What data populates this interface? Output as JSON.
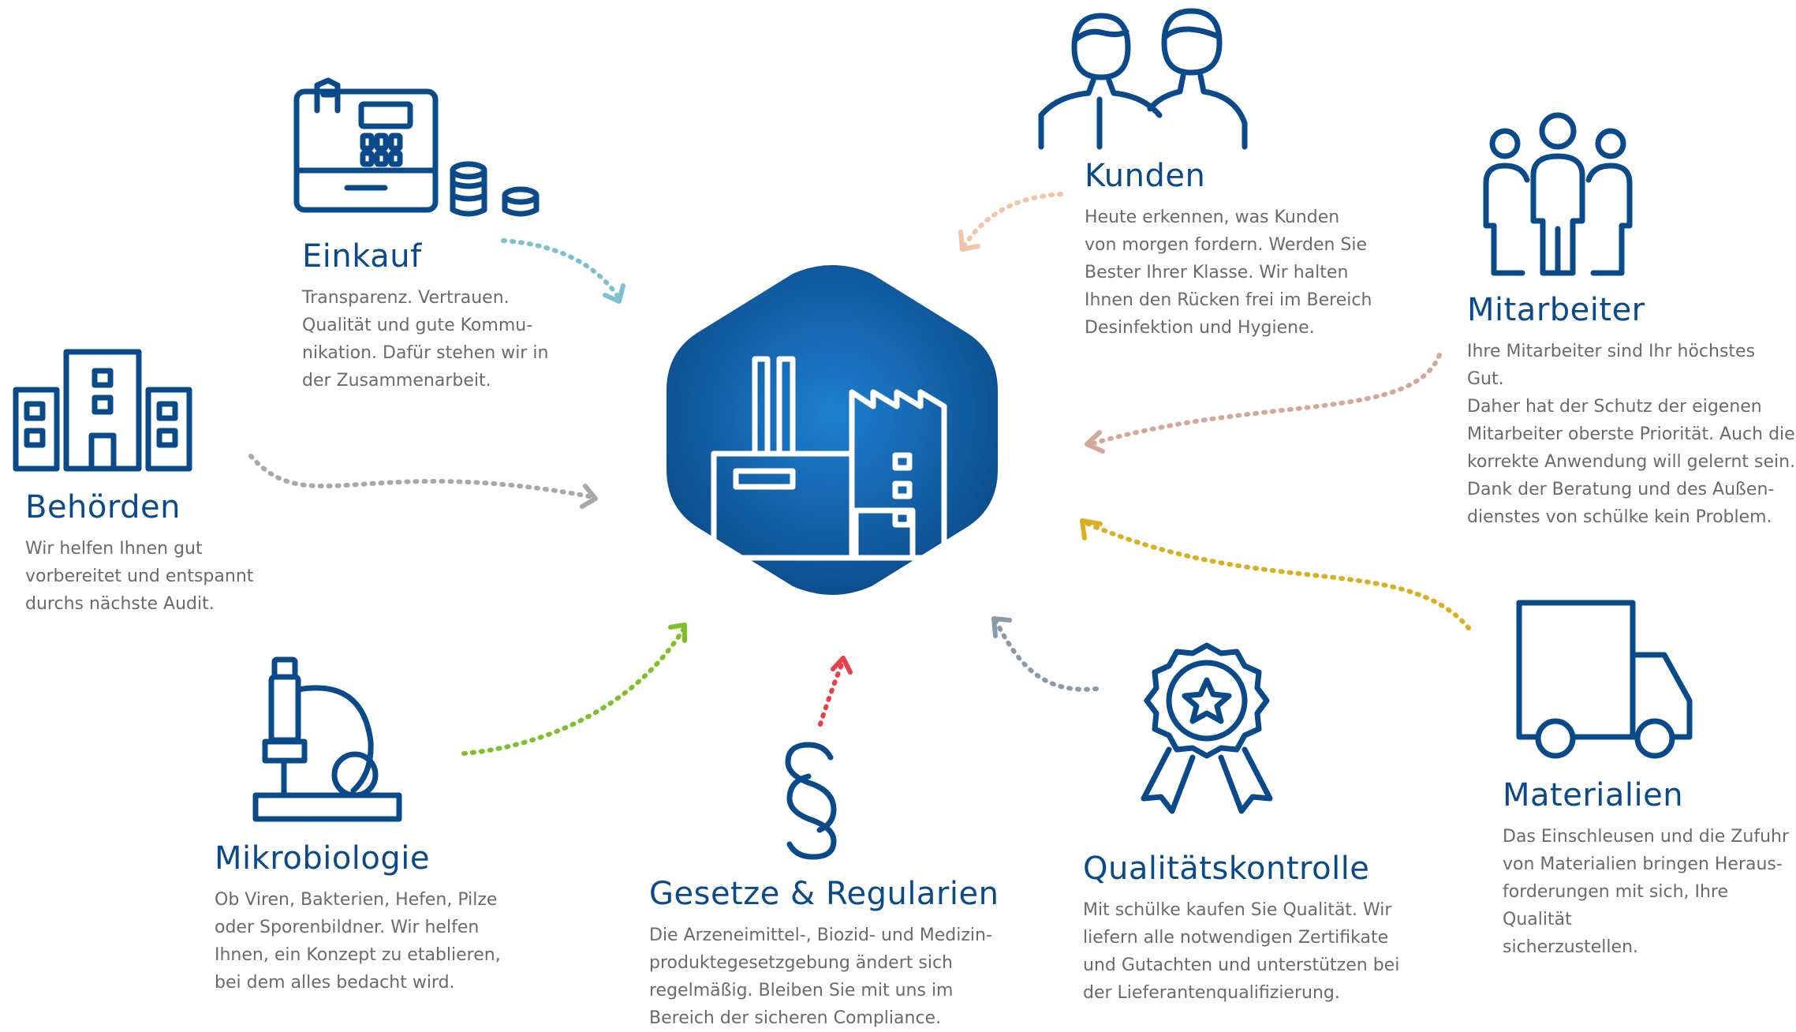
{
  "colors": {
    "primary": "#0a4a8a",
    "text": "#6a6a6a",
    "hub_gradient_light": "#1f7fd0",
    "hub_gradient_dark": "#0a4a8a",
    "arrow_einkauf": "#7fbfcf",
    "arrow_behoerden": "#a8a8a8",
    "arrow_mikrobiologie": "#7fbf2a",
    "arrow_gesetze": "#e8404a",
    "arrow_qualitaet": "#8a9aa8",
    "arrow_materialien": "#d8b020",
    "arrow_mitarbeiter": "#d4a898",
    "arrow_kunden": "#f2c4a8"
  },
  "hub": {
    "icon": "factory-icon"
  },
  "nodes": {
    "einkauf": {
      "icon": "cash-register-icon",
      "title": "Einkauf",
      "text": "Transparenz. Vertrauen.\nQualität und gute Kommu-\nnikation. Dafür stehen wir in\nder Zusammenarbeit."
    },
    "behoerden": {
      "icon": "buildings-icon",
      "title": "Behörden",
      "text": "Wir helfen Ihnen gut\nvorbereitet und entspannt\ndurchs nächste Audit."
    },
    "mikrobiologie": {
      "icon": "microscope-icon",
      "title": "Mikrobiologie",
      "text": "Ob Viren, Bakterien, Hefen, Pilze\noder Sporenbildner. Wir helfen\nIhnen, ein Konzept zu etablieren,\nbei dem alles bedacht wird."
    },
    "gesetze": {
      "icon": "paragraph-icon",
      "title": "Gesetze & Regularien",
      "text": "Die Arzeneimittel-, Biozid- und Medizin-\nproduktegesetzgebung ändert sich\nregelmäßig. Bleiben Sie mit uns im\nBereich der sicheren Compliance."
    },
    "qualitaet": {
      "icon": "award-badge-icon",
      "title": "Qualitätskontrolle",
      "text": "Mit schülke kaufen Sie Qualität. Wir\nliefern alle notwendigen Zertifikate\nund Gutachten und unterstützen bei\nder Lieferantenqualifizierung."
    },
    "materialien": {
      "icon": "truck-icon",
      "title": "Materialien",
      "text": "Das Einschleusen und die Zufuhr\nvon Materialien bringen Heraus-\nforderungen mit sich, Ihre Qualität\nsicherzustellen."
    },
    "mitarbeiter": {
      "icon": "employees-icon",
      "title": "Mitarbeiter",
      "text": "Ihre Mitarbeiter sind Ihr höchstes Gut.\nDaher hat der Schutz der eigenen\nMitarbeiter oberste Priorität. Auch die\nkorrekte Anwendung will gelernt sein.\nDank der Beratung und des Außen-\ndienstes von schülke kein Problem."
    },
    "kunden": {
      "icon": "customers-icon",
      "title": "Kunden",
      "text": "Heute erkennen, was Kunden\nvon morgen fordern. Werden Sie\nBester Ihrer Klasse. Wir halten\nIhnen den Rücken frei im Bereich\nDesinfektion und Hygiene."
    }
  }
}
